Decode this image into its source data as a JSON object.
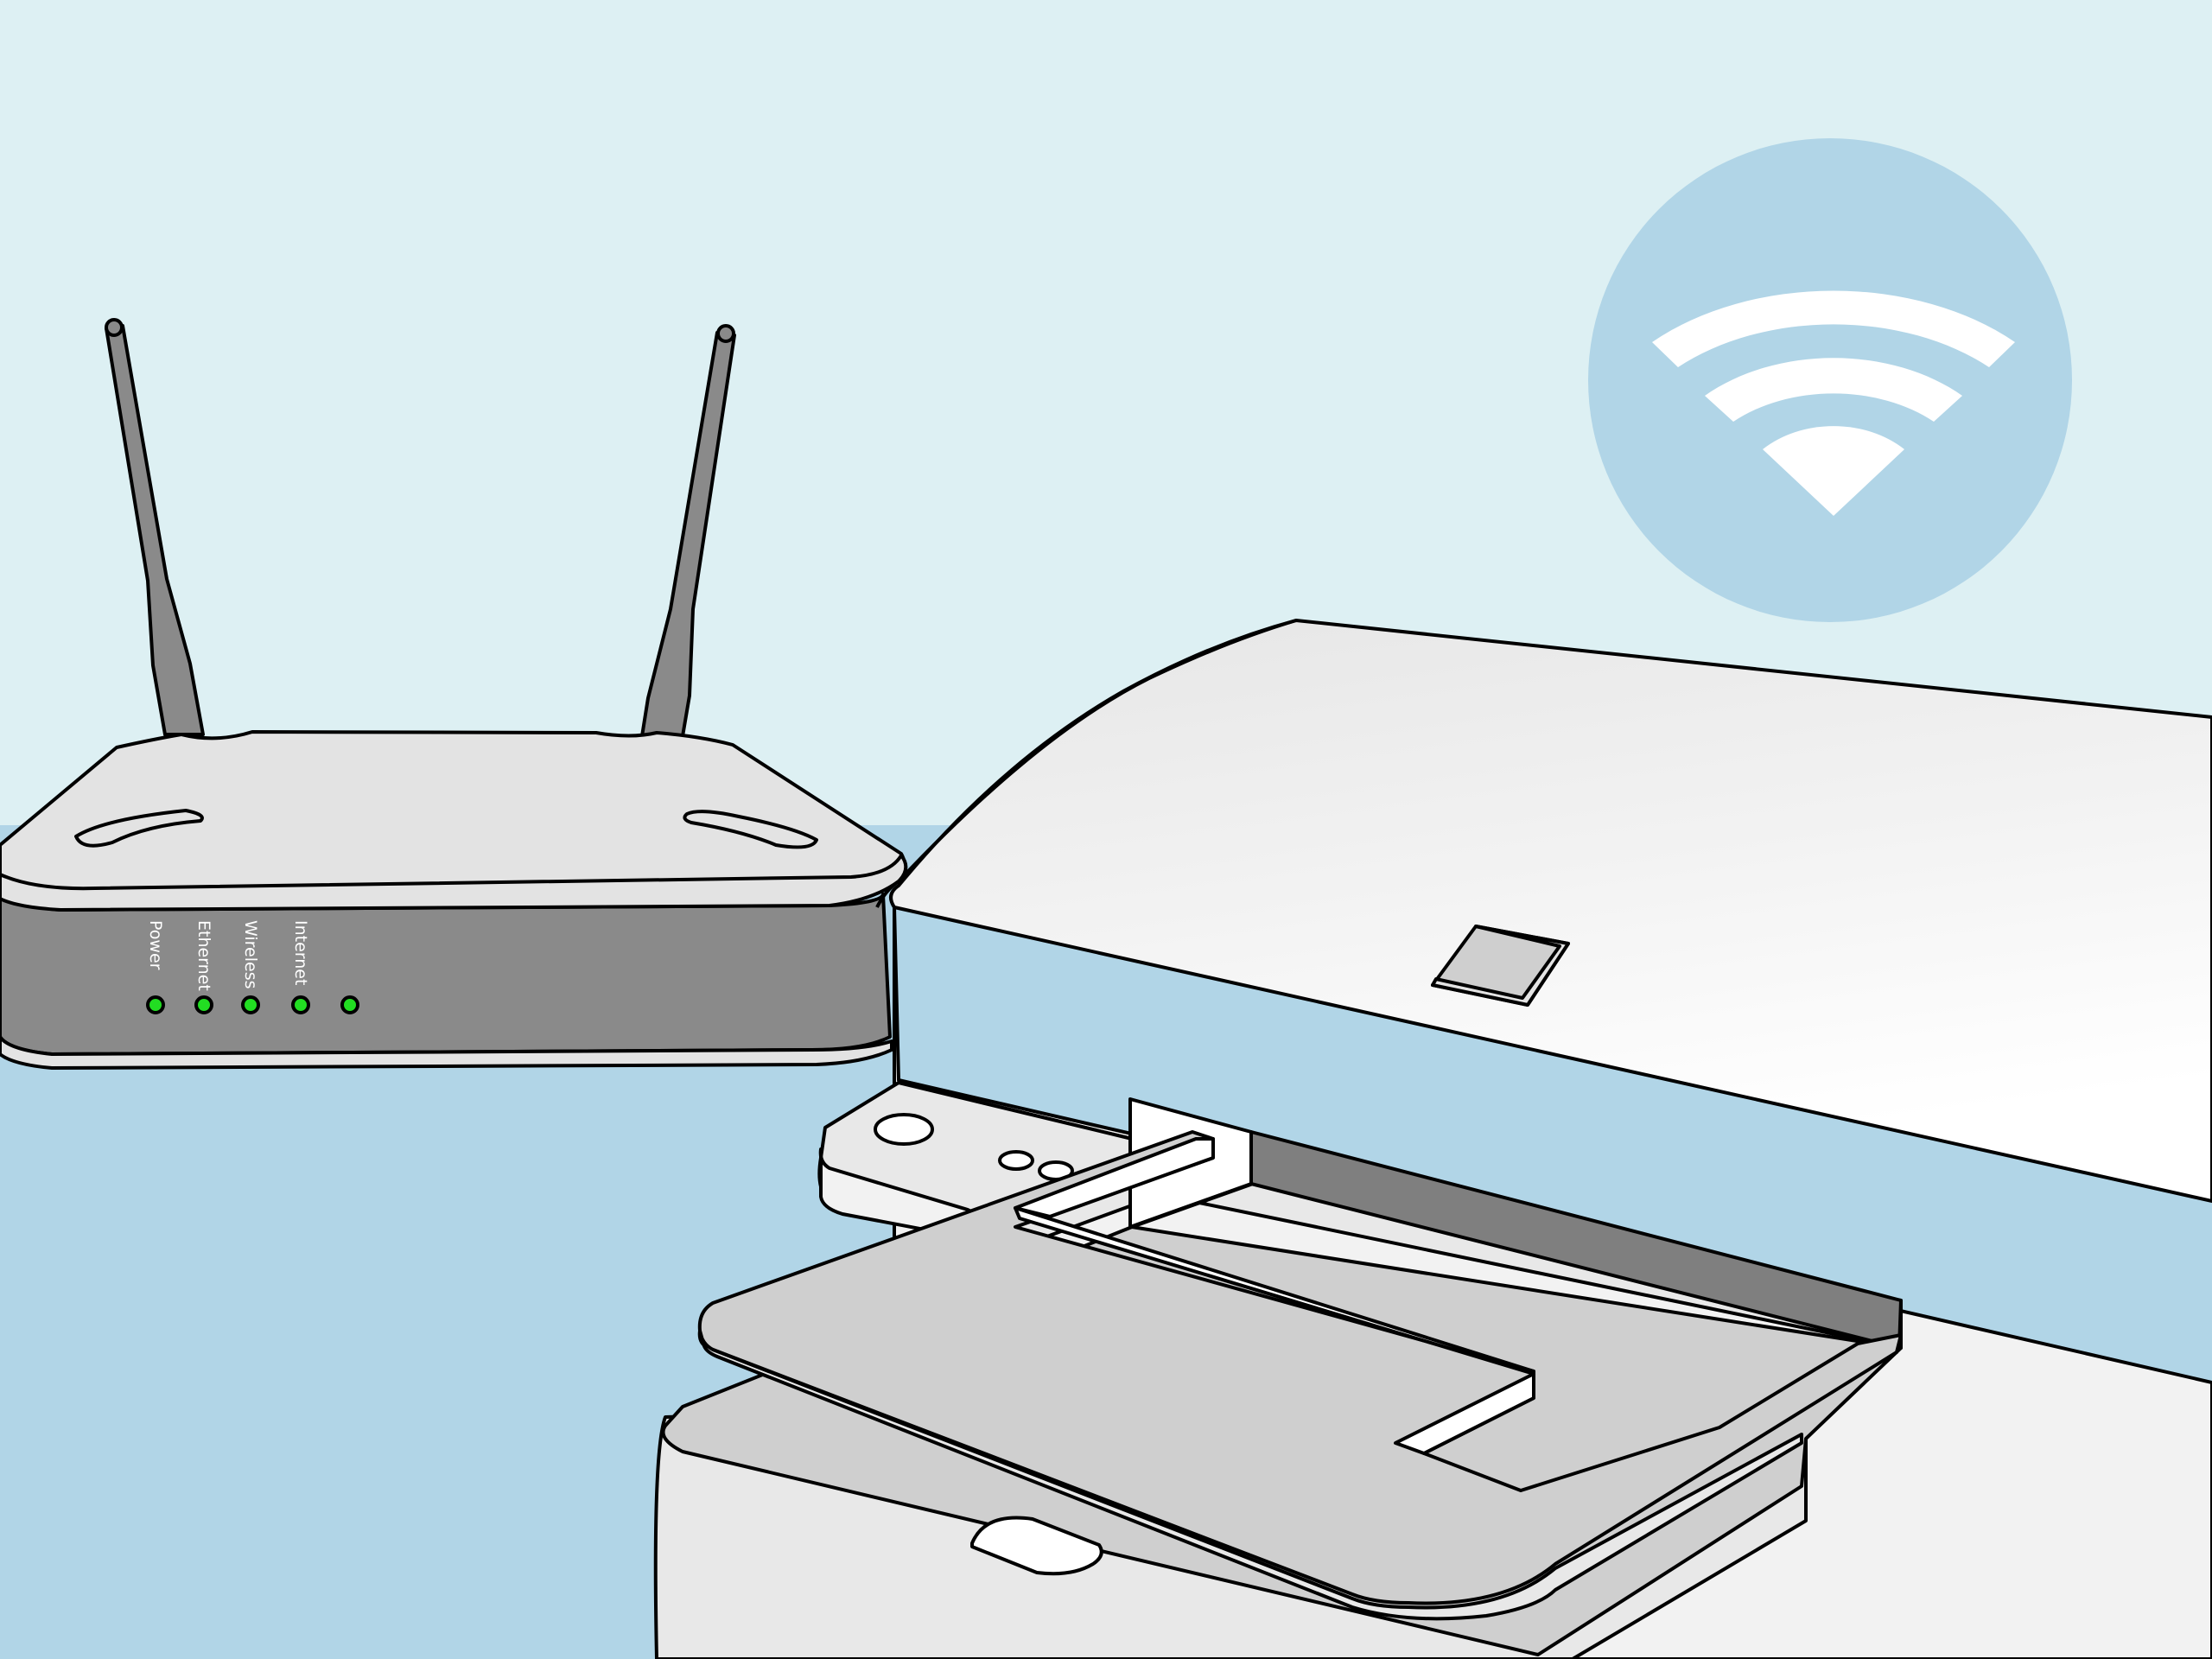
{
  "scene": {
    "background_color": "#ddf0f3",
    "table_color": "#b1d5e7",
    "wifi_circle_color": "#b1d5e7",
    "wifi_icon": "wifi-icon"
  },
  "router": {
    "body_color": "#e3e3e3",
    "front_color": "#8a8a8a",
    "led_color": "#22dd22",
    "leds": [
      {
        "label": "Power"
      },
      {
        "label": "Ethernet"
      },
      {
        "label": "Wireless"
      },
      {
        "label": "Internet"
      },
      {
        "label": ""
      }
    ]
  },
  "printer": {
    "body_color": "#f2f2f2",
    "tray_color": "#cfcfcf",
    "slot_color": "#7f7f7f"
  }
}
